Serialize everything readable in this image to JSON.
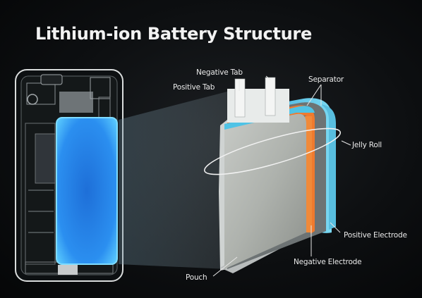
{
  "title": "Lithium-ion Battery Structure",
  "labels": {
    "negative_tab": "Negative Tab",
    "positive_tab": "Positive Tab",
    "separator": "Separator",
    "jelly_roll": "Jelly Roll",
    "positive_electrode": "Positive Electrode",
    "negative_electrode": "Negative Electrode",
    "pouch": "Pouch"
  },
  "colors": {
    "battery_glow": "#2aa8ff",
    "separator_blue": "#4fc3e6",
    "electrode_orange": "#ef7a2e",
    "pouch_gray": "#9aa0a3"
  }
}
